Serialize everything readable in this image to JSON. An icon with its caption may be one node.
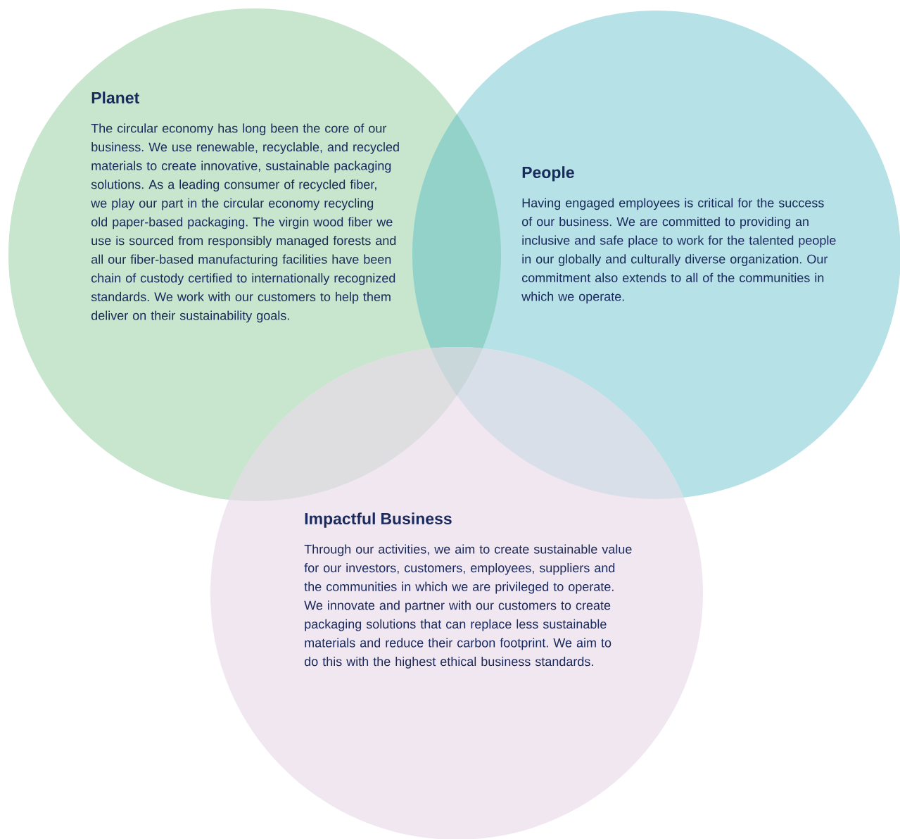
{
  "diagram": {
    "nodes": [
      {
        "text": [
          "Planet",
          "The circular economy has long been the core of our business. We use renewable, recyclable, and recycled materials to create innovative, sustainable packaging solutions. As a leading consumer of recycled fiber, we play our part in the circular economy recycling old paper-based packaging. The virgin wood fiber we use is sourced from responsibly managed forests and all our fiber-based manufacturing facilities have been chain of custody certified to internationally recognized standards. We work with our customers to help them deliver on their sustainability goals."
        ]
      },
      {
        "text": [
          "People",
          "Having engaged employees is critical for the success of our business. We are committed to providing an inclusive and safe place to work for the talented people in our globally and culturally diverse organization. Our commitment also extends to all of the communities in which we operate."
        ]
      },
      {
        "text": [
          "Impactful Business",
          "Through our activities, we aim to create sustainable value for our investors, customers, employees, suppliers and the communities in which we are privileged to operate. We innovate and partner with our customers to create packaging solutions that can replace less sustainable materials and reduce their carbon footprint. We aim to do this with the highest ethical business standards."
        ]
      }
    ]
  }
}
